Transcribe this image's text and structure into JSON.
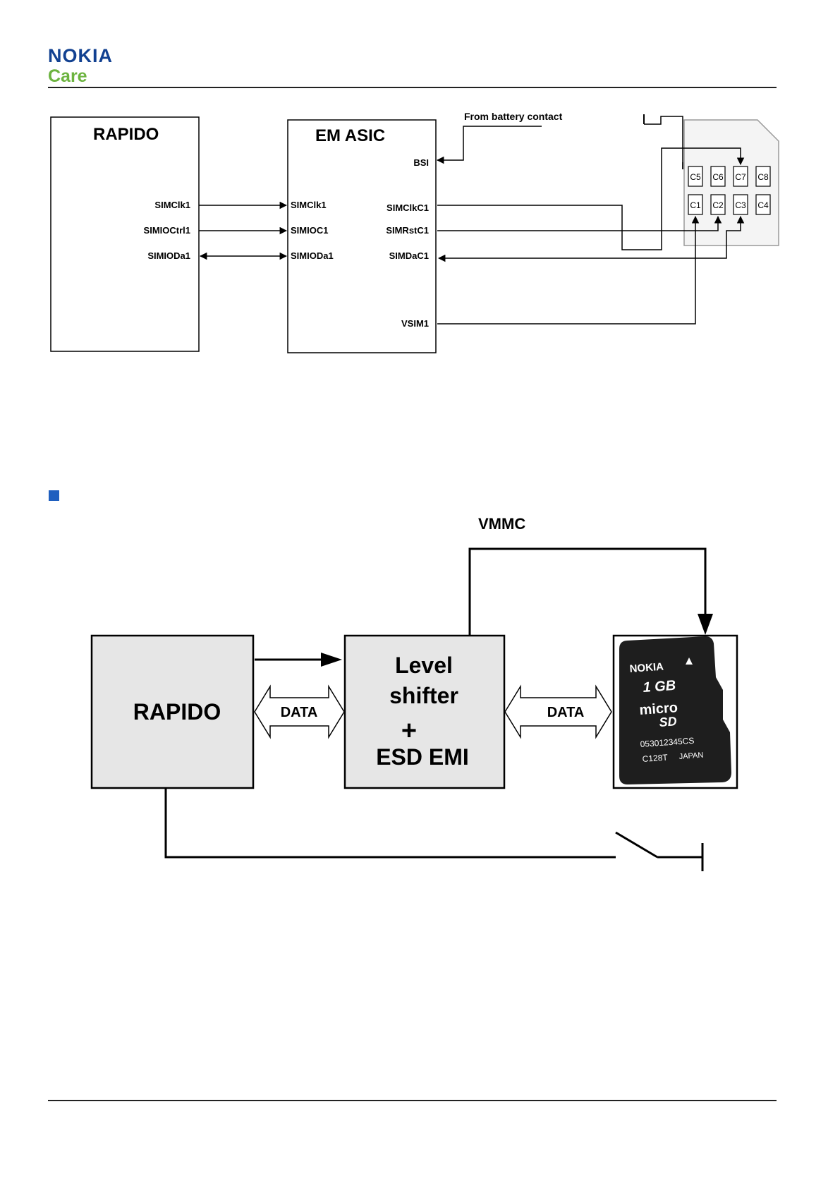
{
  "header": {
    "brand": "NOKIA",
    "sub_brand": "Care",
    "colors": {
      "brand_blue": "#124191",
      "care_green": "#6cb33f",
      "bullet_blue": "#1f5fbf"
    }
  },
  "sim_diagram": {
    "rapido": {
      "title": "RAPIDO",
      "pins": [
        "SIMClk1",
        "SIMIOCtrl1",
        "SIMIODa1"
      ]
    },
    "em_asic": {
      "title": "EM ASIC",
      "left_pins": [
        "SIMClk1",
        "SIMIOC1",
        "SIMIODa1"
      ],
      "bsi": "BSI",
      "right_pins": [
        "SIMClkC1",
        "SIMRstC1",
        "SIMDaC1"
      ],
      "vsim": "VSIM1"
    },
    "battery_label": "From battery contact",
    "contacts_top": [
      "C5",
      "C6",
      "C7",
      "C8"
    ],
    "contacts_bottom": [
      "C1",
      "C2",
      "C3",
      "C4"
    ]
  },
  "mmc_diagram": {
    "vmmc_label": "VMMC",
    "rapido_label": "RAPIDO",
    "shifter_line1": "Level",
    "shifter_line2": "shifter",
    "shifter_plus": "+",
    "shifter_line3": "ESD EMI",
    "data_left": "DATA",
    "data_right": "DATA",
    "card": {
      "brand": "NOKIA",
      "capacity": "1 GB",
      "logo_top": "micro",
      "logo_bottom": "SD",
      "serial": "053012345CS",
      "code": "C128T",
      "origin": "JAPAN"
    }
  }
}
